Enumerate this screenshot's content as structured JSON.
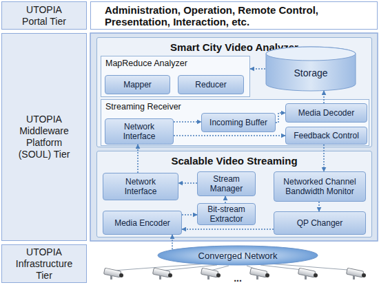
{
  "diagram": {
    "nodes": [
      {
        "text": [
          "UTOPIA Portal Tier"
        ]
      },
      {
        "text": [
          "Administration, Operation, Remote Control, Presentation, Interaction, etc."
        ]
      },
      {
        "text": [
          "UTOPIA Middleware Platform (SOUL) Tier"
        ]
      },
      {
        "text": [
          "Smart City Video Analyzer"
        ]
      },
      {
        "text": [
          "MapReduce Analyzer"
        ],
        "in": 3
      },
      {
        "text": [
          "Mapper"
        ],
        "in": 4
      },
      {
        "text": [
          "Reducer"
        ],
        "in": 4
      },
      {
        "text": [
          "Storage"
        ],
        "in": 3
      },
      {
        "text": [
          "Streaming Receiver"
        ],
        "in": 3
      },
      {
        "text": [
          "Network Interface"
        ],
        "in": 8
      },
      {
        "text": [
          "Incoming Buffer"
        ],
        "in": 8
      },
      {
        "text": [
          "Media Decoder"
        ],
        "in": 8
      },
      {
        "text": [
          "Feedback Control"
        ],
        "in": 8
      },
      {
        "text": [
          "Scalable Video Streaming"
        ]
      },
      {
        "text": [
          "Network Interface"
        ],
        "in": 13
      },
      {
        "text": [
          "Stream Manager"
        ],
        "in": 13
      },
      {
        "text": [
          "Networked Channel Bandwidth Monitor"
        ],
        "in": 13
      },
      {
        "text": [
          "Media Encoder"
        ],
        "in": 13
      },
      {
        "text": [
          "Bit-stream Extractor"
        ],
        "in": 13
      },
      {
        "text": [
          "QP Changer"
        ],
        "in": 13
      },
      {
        "text": [
          "UTOPIA Infrastructure Tier"
        ]
      },
      {
        "text": [
          "Converged Network"
        ]
      }
    ],
    "edges": [
      {
        "from": 7,
        "to": 4,
        "arrow": "to"
      },
      {
        "from": 11,
        "to": 7,
        "arrow": "to"
      },
      {
        "from": 9,
        "to": 10,
        "arrow": "to"
      },
      {
        "from": 10,
        "to": 11,
        "arrow": "to"
      },
      {
        "from": 9,
        "to": 12,
        "arrow": "to"
      },
      {
        "from": 12,
        "to": 16,
        "arrow": "to"
      },
      {
        "from": 16,
        "to": 19,
        "arrow": "to"
      },
      {
        "from": 19,
        "to": 17,
        "arrow": "to"
      },
      {
        "from": 17,
        "to": 18,
        "arrow": "to"
      },
      {
        "from": 18,
        "to": 15,
        "arrow": "to"
      },
      {
        "from": 15,
        "to": 14,
        "arrow": "to"
      },
      {
        "from": 14,
        "to": 9,
        "arrow": "to"
      },
      {
        "from": 21,
        "to": 17,
        "arrow": "to"
      }
    ],
    "labels": [
      "..."
    ]
  }
}
